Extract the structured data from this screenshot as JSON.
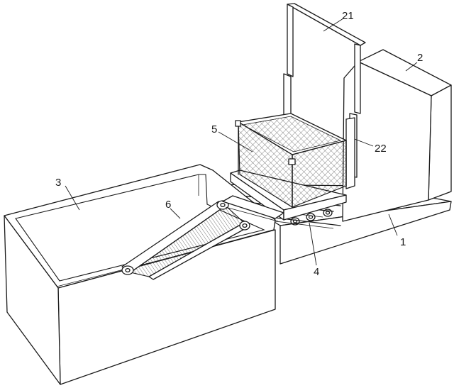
{
  "labels": {
    "base": "1",
    "block": "2",
    "tank": "3",
    "cart": "4",
    "basket": "5",
    "ramp": "6",
    "frame": "21",
    "column": "22"
  },
  "colors": {
    "line": "#1a1a1a",
    "background": "#ffffff"
  }
}
